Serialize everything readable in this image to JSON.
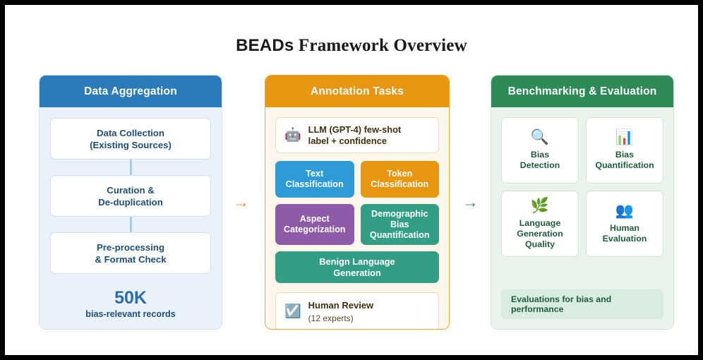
{
  "title": {
    "brand": "BEADs",
    "rest": " Framework Overview"
  },
  "arrows": {
    "first": "→",
    "second": "→",
    "first_color": "#e8960f",
    "second_color": "#2e8b57"
  },
  "columns": {
    "left": {
      "header": "Data Aggregation",
      "header_color": "#2b7bba",
      "body_color": "#e9f1fa",
      "cards": [
        {
          "line1": "Data Collection",
          "line2": "(Existing Sources)"
        },
        {
          "line1": "Curation &",
          "line2": "De-duplication"
        },
        {
          "line1": "Pre-processing",
          "line2": "& Format Check"
        }
      ],
      "stat_number": "50K",
      "stat_label": "bias-relevant records"
    },
    "middle": {
      "header": "Annotation Tasks",
      "header_color": "#e8960f",
      "body_color": "#fdf6ea",
      "llm": {
        "icon": "robot-icon",
        "icon_glyph": "🤖",
        "line1": "LLM (GPT-4) few-shot",
        "line2": "label + confidence"
      },
      "tasks": [
        {
          "line1": "Text",
          "line2": "Classification",
          "line3": "",
          "color": "#2f9bd6"
        },
        {
          "line1": "Token",
          "line2": "Classification",
          "line3": "",
          "color": "#e8960f"
        },
        {
          "line1": "Aspect",
          "line2": "Categorization",
          "line3": "",
          "color": "#8e5ba6"
        },
        {
          "line1": "Demographic",
          "line2": "Bias",
          "line3": "Quantification",
          "color": "#339e86"
        }
      ],
      "wide_task": {
        "line1": "Benign Language",
        "line2": "Generation",
        "color": "#339e86"
      },
      "human_review": {
        "icon": "checkbox-icon",
        "icon_glyph": "☑️",
        "title": "Human Review",
        "subtitle": "(12 experts)"
      }
    },
    "right": {
      "header": "Benchmarking & Evaluation",
      "header_color": "#2e8b57",
      "body_color": "#eaf4ed",
      "cards": [
        {
          "icon": "magnifying-glass-icon",
          "icon_glyph": "🔍",
          "line1": "Bias",
          "line2": "Detection",
          "line3": ""
        },
        {
          "icon": "bar-chart-icon",
          "icon_glyph": "📊",
          "line1": "Bias",
          "line2": "Quantification",
          "line3": ""
        },
        {
          "icon": "herb-icon",
          "icon_glyph": "🌿",
          "line1": "Language",
          "line2": "Generation",
          "line3": "Quality"
        },
        {
          "icon": "people-icon",
          "icon_glyph": "👥",
          "line1": "Human",
          "line2": "Evaluation",
          "line3": ""
        }
      ],
      "footer_badge": "Evaluations for bias and performance"
    }
  }
}
